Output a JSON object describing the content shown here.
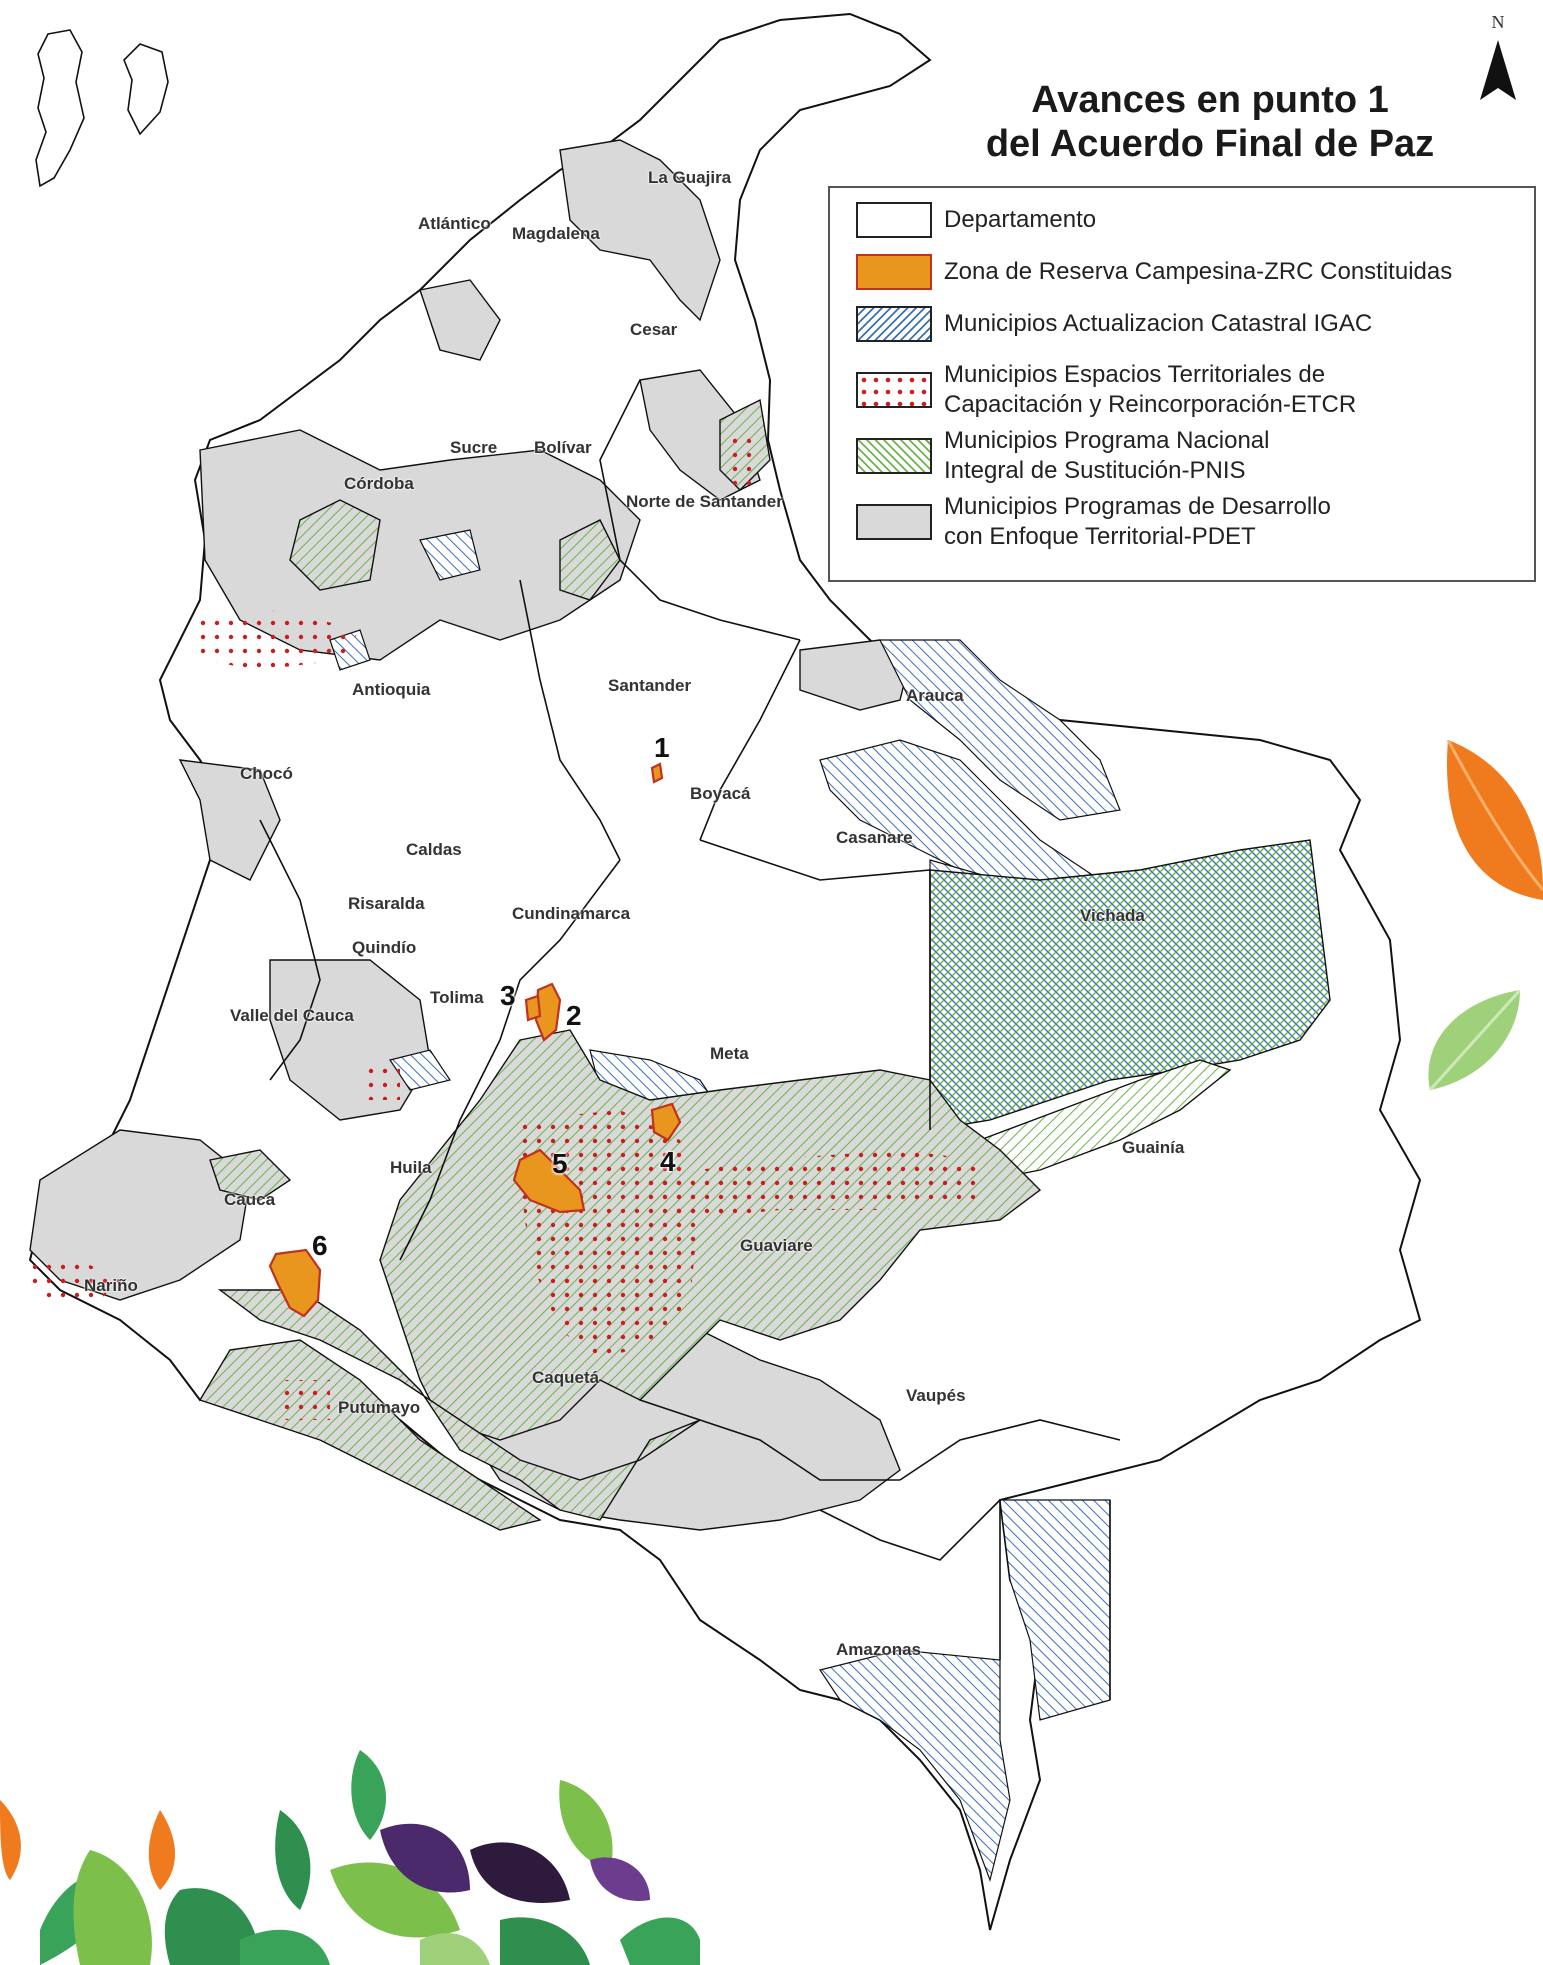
{
  "title": {
    "line1": "Avances en punto 1",
    "line2": "del Acuerdo Final de Paz"
  },
  "north_arrow": {
    "label": "N",
    "icon": "north-arrow-icon"
  },
  "legend": [
    {
      "key": "departamento",
      "label": "Departamento",
      "color": "#ffffff"
    },
    {
      "key": "zrc",
      "label": "Zona de Reserva Campesina-ZRC Constituidas",
      "color": "#e9961e"
    },
    {
      "key": "igac",
      "label": "Municipios Actualizacion Catastral IGAC",
      "color": "#3b6fb6"
    },
    {
      "key": "etcr",
      "label": "Municipios Espacios Territoriales de\nCapacitación y Reincorporación-ETCR",
      "color": "#c81e1e"
    },
    {
      "key": "pnis",
      "label": "Municipios Programa Nacional\nIntegral de Sustitución-PNIS",
      "color": "#6bb34a"
    },
    {
      "key": "pdet",
      "label": "Municipios Programas de Desarrollo\ncon Enfoque Territorial-PDET",
      "color": "#d9d9d9"
    }
  ],
  "departments": [
    "La Guajira",
    "Atlántico",
    "Magdalena",
    "Cesar",
    "Sucre",
    "Bolívar",
    "Córdoba",
    "Norte de Santander",
    "Antioquia",
    "Santander",
    "Arauca",
    "Chocó",
    "Boyacá",
    "Casanare",
    "Caldas",
    "Risaralda",
    "Cundinamarca",
    "Quindío",
    "Vichada",
    "Tolima",
    "Valle del Cauca",
    "Meta",
    "Guainía",
    "Huila",
    "Cauca",
    "Guaviare",
    "Nariño",
    "Caquetá",
    "Putumayo",
    "Vaupés",
    "Amazonas"
  ],
  "zones": [
    "1",
    "2",
    "3",
    "4",
    "5",
    "6"
  ],
  "colors": {
    "outline": "#111111",
    "pdet_fill": "#d9d9d9",
    "zrc_fill": "#e9961e",
    "zrc_edge": "#c0321e",
    "igac_hatch": "#3b6fb6",
    "pnis_hatch": "#6bb34a",
    "etcr_dot": "#c81e1e",
    "leaf_orange": "#f07a1e",
    "leaf_green": "#7cc04b",
    "leaf_dark_green": "#2e8f4e",
    "leaf_purple": "#6c3d8f",
    "leaf_dark_purple": "#2d1a3d"
  }
}
